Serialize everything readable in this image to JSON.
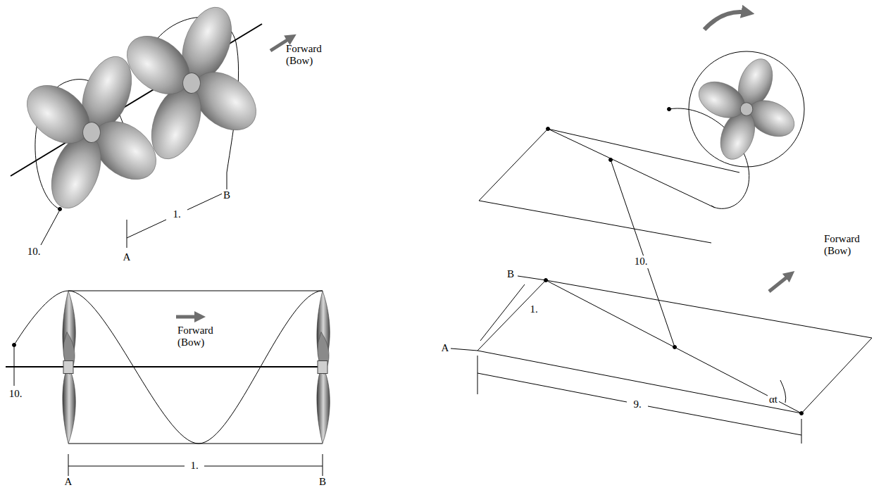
{
  "diagram": {
    "labels": [
      "Forward (Bow)",
      "10.",
      "1.",
      "B",
      "A",
      "Forward (Bow)",
      "10.",
      "1.",
      "A",
      "B",
      "Forward (Bow)",
      "B",
      "1.",
      "A",
      "10.",
      "9.",
      "αt"
    ]
  }
}
